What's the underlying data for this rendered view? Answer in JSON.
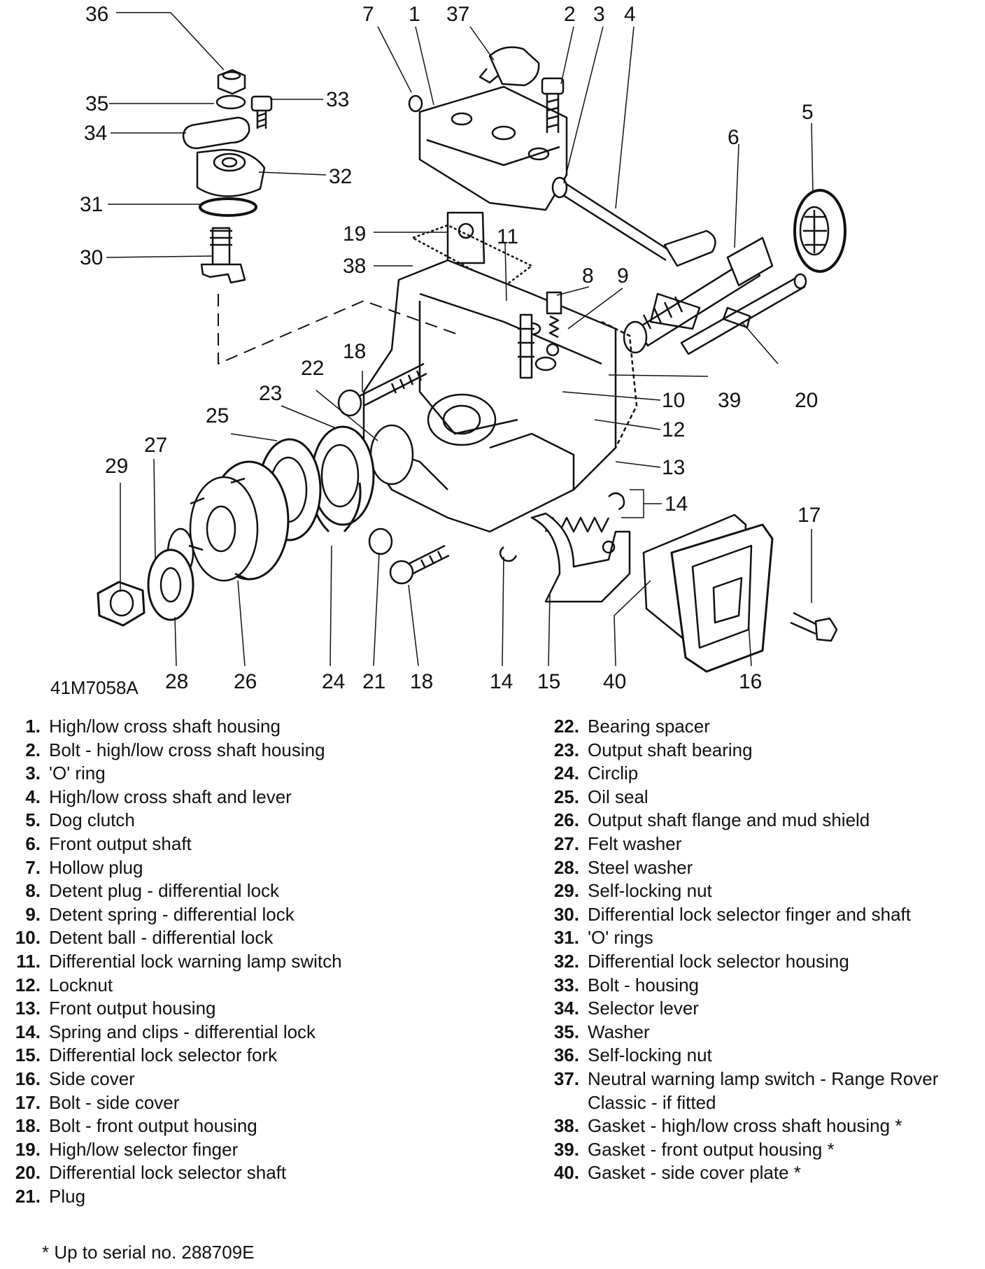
{
  "figure_id": "41M7058A",
  "callouts": [
    {
      "n": "36"
    },
    {
      "n": "35"
    },
    {
      "n": "33"
    },
    {
      "n": "34"
    },
    {
      "n": "32"
    },
    {
      "n": "31"
    },
    {
      "n": "30"
    },
    {
      "n": "7"
    },
    {
      "n": "1"
    },
    {
      "n": "37"
    },
    {
      "n": "2"
    },
    {
      "n": "3"
    },
    {
      "n": "4"
    },
    {
      "n": "5"
    },
    {
      "n": "6"
    },
    {
      "n": "19"
    },
    {
      "n": "11"
    },
    {
      "n": "38"
    },
    {
      "n": "8"
    },
    {
      "n": "9"
    },
    {
      "n": "18"
    },
    {
      "n": "22"
    },
    {
      "n": "23"
    },
    {
      "n": "25"
    },
    {
      "n": "27"
    },
    {
      "n": "29"
    },
    {
      "n": "10"
    },
    {
      "n": "39"
    },
    {
      "n": "20"
    },
    {
      "n": "12"
    },
    {
      "n": "13"
    },
    {
      "n": "14"
    },
    {
      "n": "17"
    },
    {
      "n": "28"
    },
    {
      "n": "26"
    },
    {
      "n": "24"
    },
    {
      "n": "21"
    },
    {
      "n": "18"
    },
    {
      "n": "14"
    },
    {
      "n": "15"
    },
    {
      "n": "40"
    },
    {
      "n": "16"
    }
  ],
  "legend_left": [
    {
      "num": "1.",
      "text": "High/low cross shaft housing"
    },
    {
      "num": "2.",
      "text": "Bolt - high/low cross shaft housing"
    },
    {
      "num": "3.",
      "text": "'O' ring"
    },
    {
      "num": "4.",
      "text": "High/low cross shaft and lever"
    },
    {
      "num": "5.",
      "text": "Dog clutch"
    },
    {
      "num": "6.",
      "text": "Front output shaft"
    },
    {
      "num": "7.",
      "text": "Hollow plug"
    },
    {
      "num": "8.",
      "text": "Detent plug - differential lock"
    },
    {
      "num": "9.",
      "text": "Detent spring - differential lock"
    },
    {
      "num": "10.",
      "text": "Detent ball - differential lock"
    },
    {
      "num": "11.",
      "text": "Differential lock warning lamp switch"
    },
    {
      "num": "12.",
      "text": "Locknut"
    },
    {
      "num": "13.",
      "text": "Front output housing"
    },
    {
      "num": "14.",
      "text": "Spring and clips - differential lock"
    },
    {
      "num": "15.",
      "text": "Differential lock selector fork"
    },
    {
      "num": "16.",
      "text": "Side cover"
    },
    {
      "num": "17.",
      "text": "Bolt - side cover"
    },
    {
      "num": "18.",
      "text": "Bolt - front output housing"
    },
    {
      "num": "19.",
      "text": "High/low selector finger"
    },
    {
      "num": "20.",
      "text": "Differential lock selector shaft"
    },
    {
      "num": "21.",
      "text": "Plug"
    }
  ],
  "legend_right": [
    {
      "num": "22.",
      "text": "Bearing spacer"
    },
    {
      "num": "23.",
      "text": "Output shaft bearing"
    },
    {
      "num": "24.",
      "text": "Circlip"
    },
    {
      "num": "25.",
      "text": "Oil seal"
    },
    {
      "num": "26.",
      "text": "Output shaft flange and mud shield"
    },
    {
      "num": "27.",
      "text": "Felt washer"
    },
    {
      "num": "28.",
      "text": "Steel washer"
    },
    {
      "num": "29.",
      "text": "Self-locking nut"
    },
    {
      "num": "30.",
      "text": "Differential lock selector finger and shaft"
    },
    {
      "num": "31.",
      "text": "'O' rings"
    },
    {
      "num": "32.",
      "text": "Differential lock selector housing"
    },
    {
      "num": "33.",
      "text": "Bolt - housing"
    },
    {
      "num": "34.",
      "text": "Selector lever"
    },
    {
      "num": "35.",
      "text": "Washer"
    },
    {
      "num": "36.",
      "text": "Self-locking nut"
    },
    {
      "num": "37.",
      "text": "Neutral warning lamp switch - Range Rover Classic - if fitted"
    },
    {
      "num": "38.",
      "text": "Gasket - high/low cross shaft housing *"
    },
    {
      "num": "39.",
      "text": "Gasket - front output housing *"
    },
    {
      "num": "40.",
      "text": "Gasket - side cover plate *"
    }
  ],
  "footnote": "* Up to serial no. 288709E"
}
